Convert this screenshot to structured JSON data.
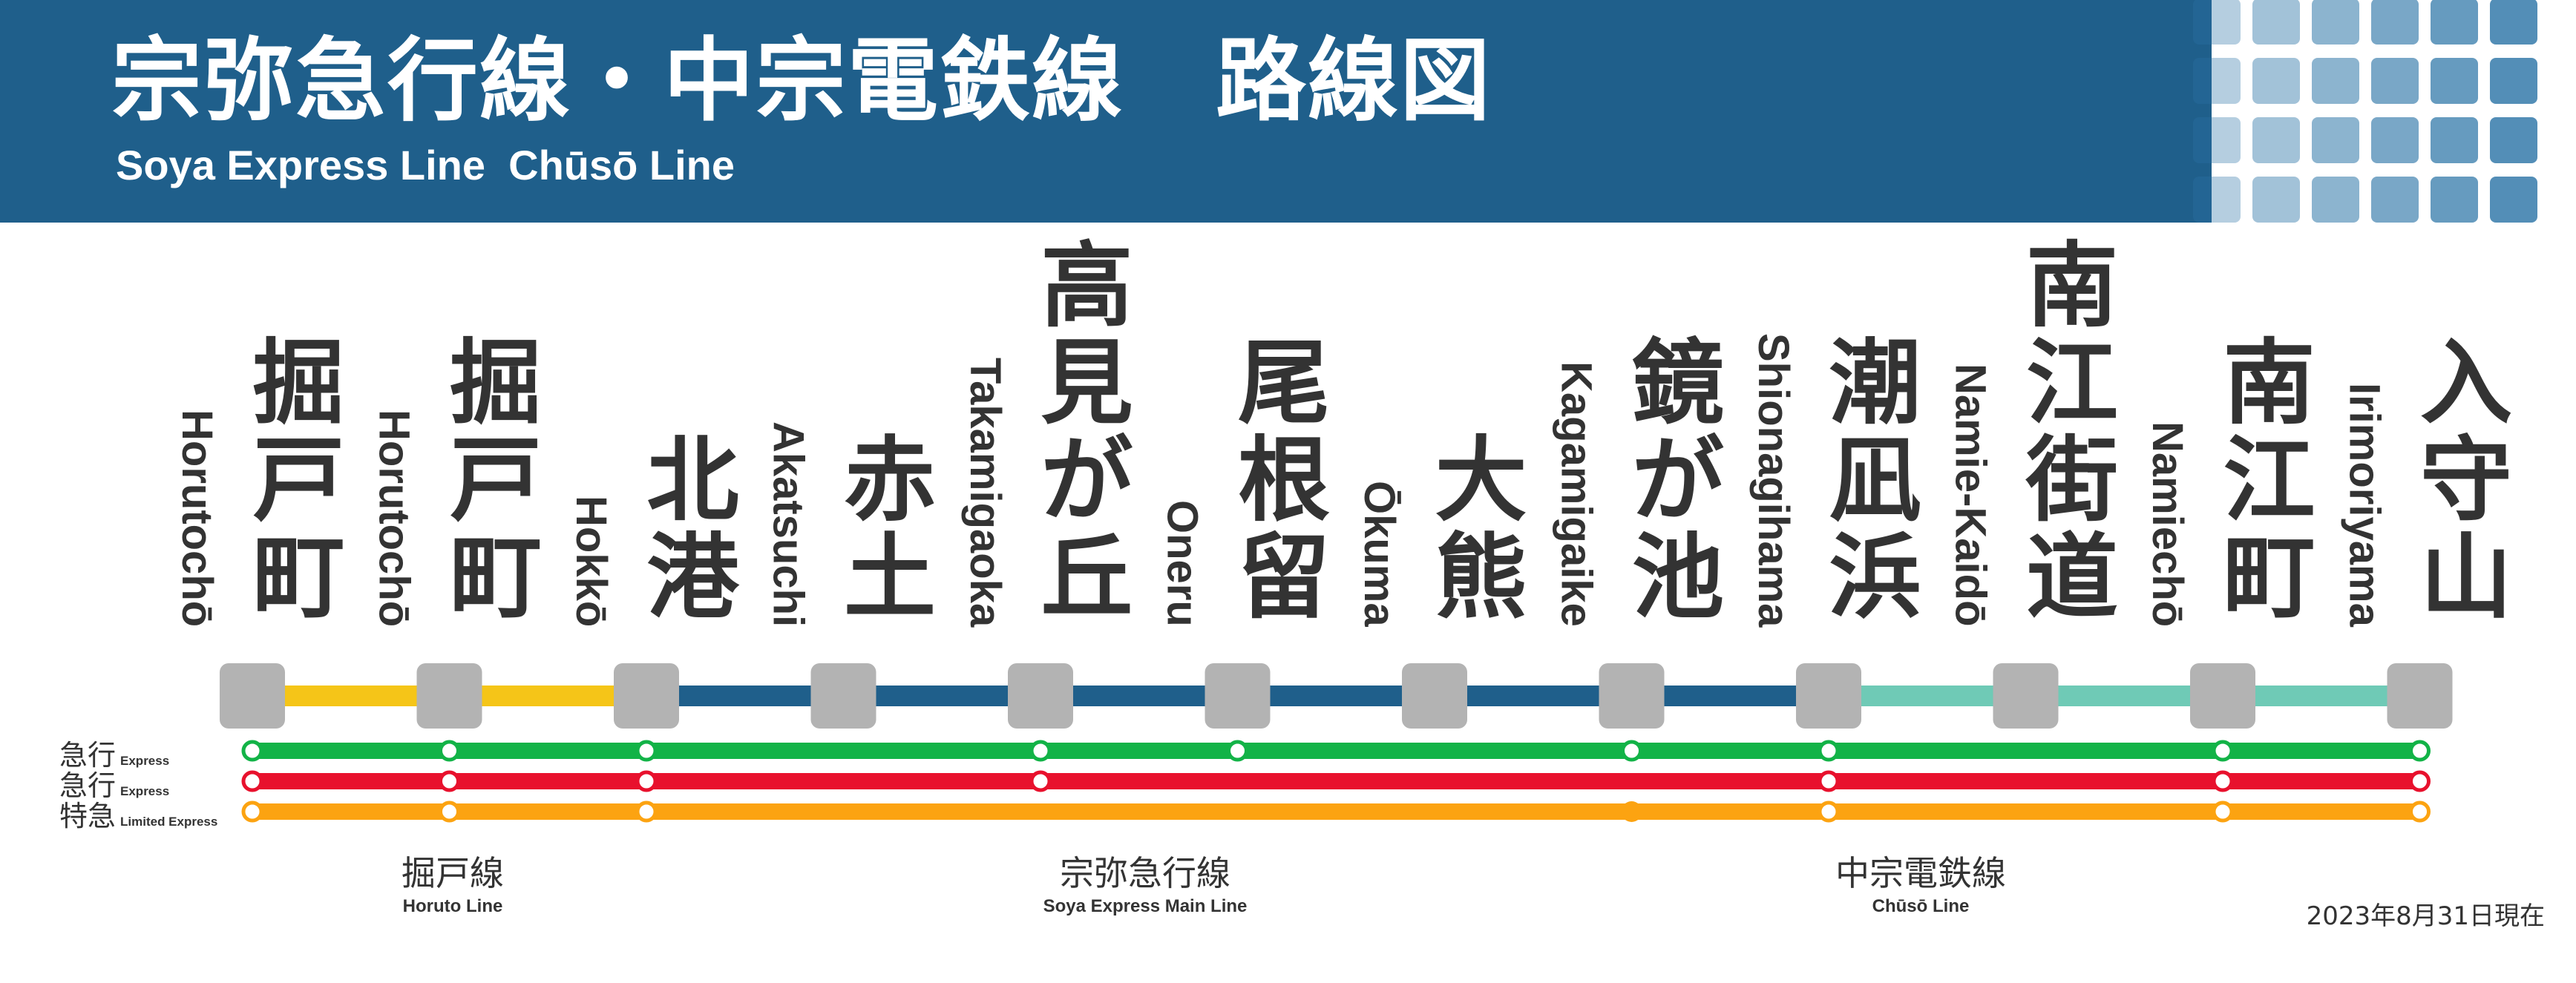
{
  "header": {
    "title_ja": "宗弥急行線・中宗電鉄線　路線図",
    "title_en": "Soya Express Line  Chūsō Line",
    "background_color": "#1f5f8b"
  },
  "stations": [
    {
      "ja": "掘戸町",
      "en": "Horutochō"
    },
    {
      "ja": "掘戸町",
      "en": "Horutochō"
    },
    {
      "ja": "北港",
      "en": "Hokkō"
    },
    {
      "ja": "赤土",
      "en": "Akatsuchi"
    },
    {
      "ja": "高見が丘",
      "en": "Takamigaoka"
    },
    {
      "ja": "尾根留",
      "en": "Oneru"
    },
    {
      "ja": "大熊",
      "en": "Ōkuma"
    },
    {
      "ja": "鏡が池",
      "en": "Kagamigaike"
    },
    {
      "ja": "潮凪浜",
      "en": "Shionagihama"
    },
    {
      "ja": "南江街道",
      "en": "Namie-Kaidō"
    },
    {
      "ja": "南江町",
      "en": "Namiechō"
    },
    {
      "ja": "入守山",
      "en": "Irimoriyama"
    }
  ],
  "track_segments": [
    "#f5c518",
    "#f5c518",
    "#1f5f8b",
    "#1f5f8b",
    "#1f5f8b",
    "#1f5f8b",
    "#1f5f8b",
    "#1f5f8b",
    "#6fcab6",
    "#6fcab6",
    "#6fcab6"
  ],
  "services": [
    {
      "name_ja": "急行",
      "name_en": "Express",
      "color": "#12b347",
      "stops": [
        0,
        1,
        2,
        4,
        5,
        7,
        8,
        10,
        11
      ],
      "key_stops": []
    },
    {
      "name_ja": "急行",
      "name_en": "Express",
      "color": "#e8112d",
      "stops": [
        0,
        1,
        2,
        4,
        8,
        10,
        11
      ],
      "key_stops": []
    },
    {
      "name_ja": "特急",
      "name_en": "Limited Express",
      "color": "#fca311",
      "stops": [
        0,
        1,
        2,
        7,
        8,
        10,
        11
      ],
      "key_stops": [
        7
      ]
    }
  ],
  "sections": [
    {
      "ja": "掘戸線",
      "en": "Horuto Line"
    },
    {
      "ja": "宗弥急行線",
      "en": "Soya Express Main Line"
    },
    {
      "ja": "中宗電鉄線",
      "en": "Chūsō Line"
    }
  ],
  "as_of": "2023年8月31日現在",
  "colors": {
    "station_box": "#b3b3b3",
    "text": "#333333"
  }
}
